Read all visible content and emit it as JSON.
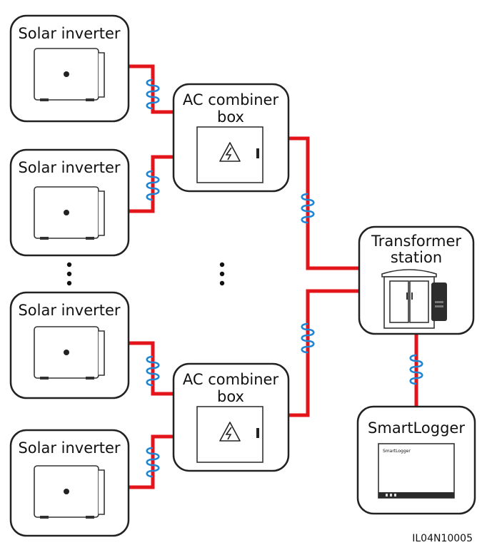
{
  "solar_inverters": [
    {
      "label": "Solar inverter"
    },
    {
      "label": "Solar inverter"
    },
    {
      "label": "Solar inverter"
    },
    {
      "label": "Solar inverter"
    }
  ],
  "combiner_boxes": [
    {
      "label_line1": "AC combiner",
      "label_line2": "box"
    },
    {
      "label_line1": "AC combiner",
      "label_line2": "box"
    }
  ],
  "transformer_station": {
    "label_line1": "Transformer",
    "label_line2": "station"
  },
  "smartlogger": {
    "label": "SmartLogger",
    "device_text": "SmartLogger"
  },
  "figure_id": "IL04N10005",
  "colors": {
    "cable": "#e3151b",
    "coil": "#1f86d6",
    "outline": "#222222"
  },
  "icons": {
    "combiner": "lightning-icon"
  }
}
